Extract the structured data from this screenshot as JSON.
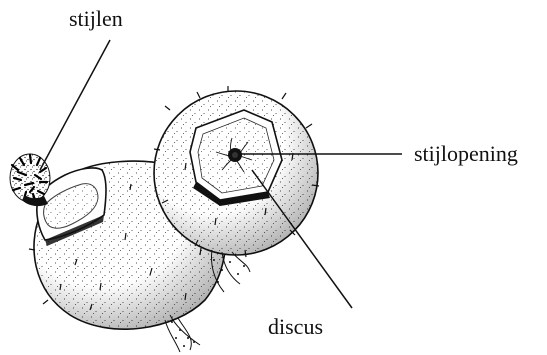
{
  "labels": {
    "stijlen": "stijlen",
    "stijlopening": "stijlopening",
    "discus": "discus"
  },
  "colors": {
    "ink": "#111111",
    "paper": "#ffffff"
  }
}
